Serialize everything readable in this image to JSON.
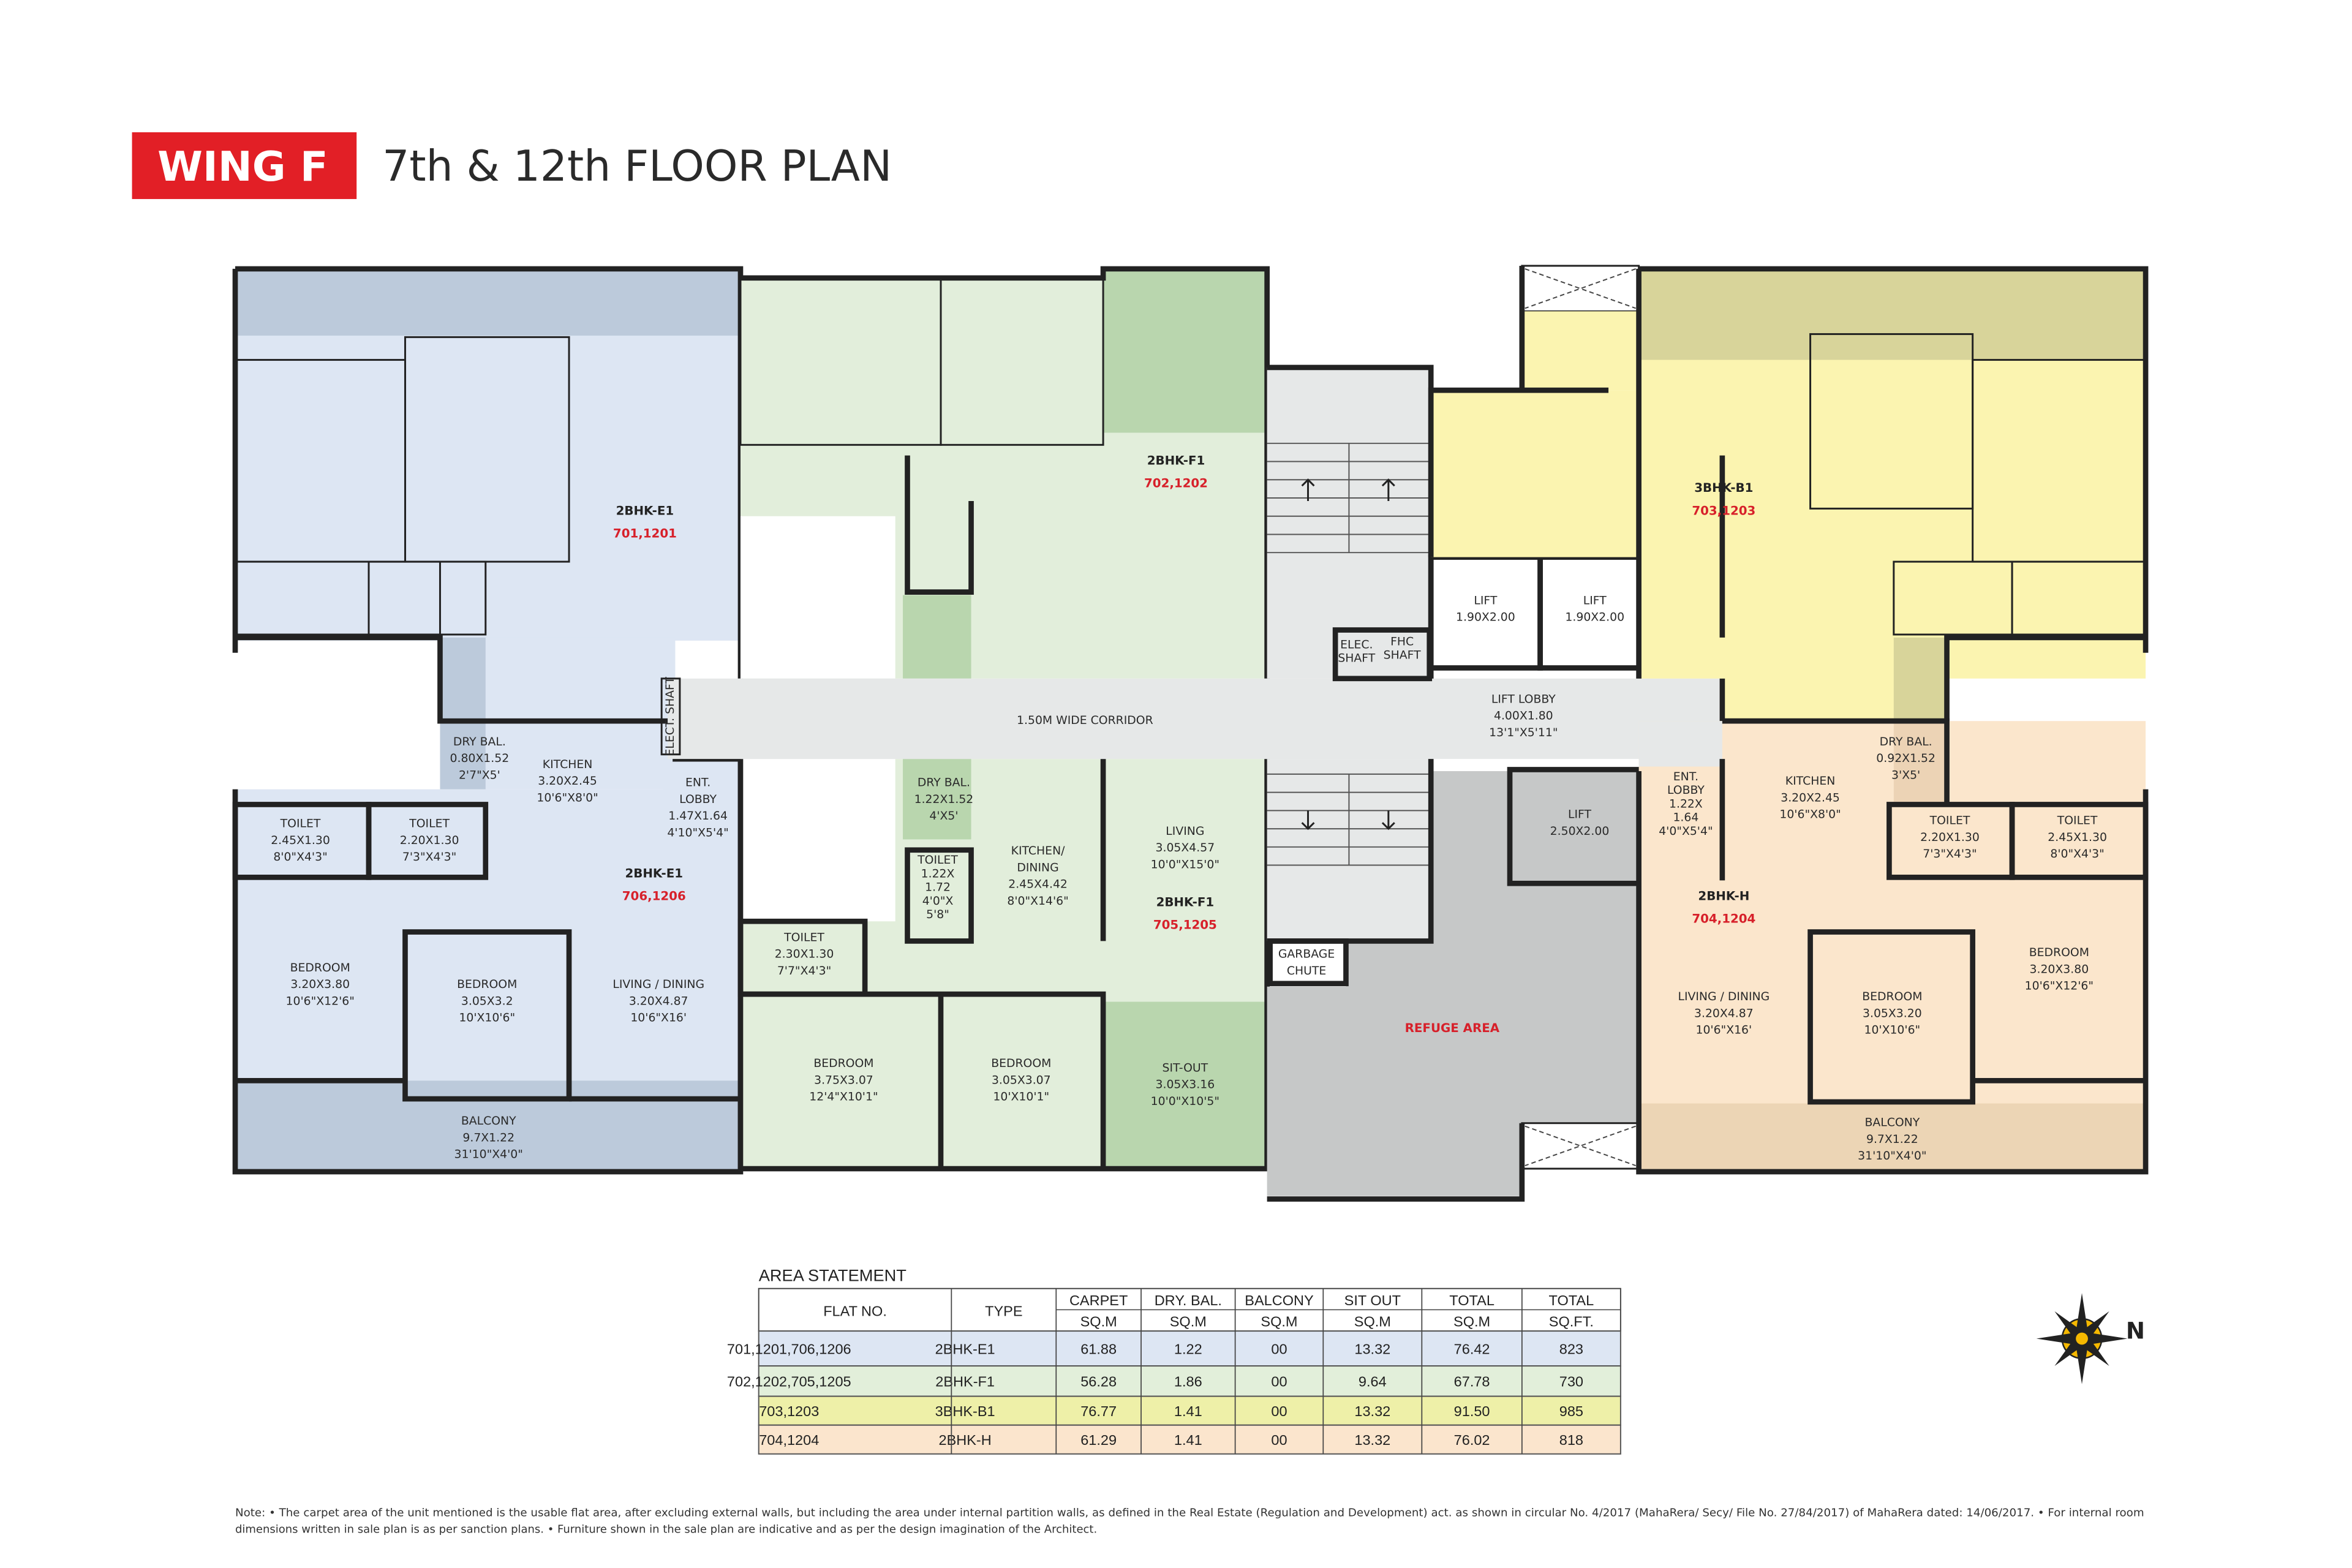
{
  "header": {
    "wing_label": "WING F",
    "title": "7th & 12th FLOOR PLAN"
  },
  "colors": {
    "brand_red": "#e21f26",
    "unit_e1": "#dde6f3",
    "unit_f1": "#e2eedb",
    "unit_b1": "#fbf4b0",
    "unit_h": "#fbe6cc",
    "refuge": "#c6c8c8",
    "corridor": "#e6e8e8",
    "flat_number_red": "#d7202a"
  },
  "plan": {
    "units": [
      {
        "type": "2BHK-E1",
        "flats": "701,1201"
      },
      {
        "type": "2BHK-E1",
        "flats": "706,1206"
      },
      {
        "type": "2BHK-F1",
        "flats": "702,1202"
      },
      {
        "type": "2BHK-F1",
        "flats": "705,1205"
      },
      {
        "type": "3BHK-B1",
        "flats": "703,1203"
      },
      {
        "type": "2BHK-H",
        "flats": "704,1204"
      }
    ],
    "rooms": [
      [
        "DRY BAL.",
        "0.80X1.52",
        "2'7\"X5'"
      ],
      [
        "KITCHEN",
        "3.20X2.45",
        "10'6\"X8'0\""
      ],
      [
        "ENT.",
        "LOBBY",
        "1.47X1.64",
        "4'10\"X5'4\""
      ],
      [
        "TOILET",
        "2.45X1.30",
        "8'0\"X4'3\""
      ],
      [
        "TOILET",
        "2.20X1.30",
        "7'3\"X4'3\""
      ],
      [
        "BEDROOM",
        "3.20X3.80",
        "10'6\"X12'6\""
      ],
      [
        "BEDROOM",
        "3.05X3.2",
        "10'X10'6\""
      ],
      [
        "LIVING / DINING",
        "3.20X4.87",
        "10'6\"X16'"
      ],
      [
        "BALCONY",
        "9.7X1.22",
        "31'10\"X4'0\""
      ],
      [
        "1.50M WIDE CORRIDOR"
      ],
      [
        "DRY BAL.",
        "1.22X1.52",
        "4'X5'"
      ],
      [
        "TOILET",
        "1.22X",
        "1.72",
        "4'0\"X",
        "5'8\""
      ],
      [
        "KITCHEN/",
        "DINING",
        "2.45X4.42",
        "8'0\"X14'6\""
      ],
      [
        "LIVING",
        "3.05X4.57",
        "10'0\"X15'0\""
      ],
      [
        "TOILET",
        "2.30X1.30",
        "7'7\"X4'3\""
      ],
      [
        "BEDROOM",
        "3.75X3.07",
        "12'4\"X10'1\""
      ],
      [
        "BEDROOM",
        "3.05X3.07",
        "10'X10'1\""
      ],
      [
        "SIT-OUT",
        "3.05X3.16",
        "10'0\"X10'5\""
      ],
      [
        "ELEC.",
        "SHAFT"
      ],
      [
        "FHC",
        "SHAFT"
      ],
      [
        "LIFT",
        "1.90X2.00"
      ],
      [
        "LIFT",
        "1.90X2.00"
      ],
      [
        "LIFT LOBBY",
        "4.00X1.80",
        "13'1\"X5'11\""
      ],
      [
        "LIFT",
        "2.50X2.00"
      ],
      [
        "GARBAGE",
        "CHUTE"
      ],
      [
        "ENT.",
        "LOBBY",
        "1.22X",
        "1.64",
        "4'0\"X5'4\""
      ],
      [
        "KITCHEN",
        "3.20X2.45",
        "10'6\"X8'0\""
      ],
      [
        "DRY BAL.",
        "0.92X1.52",
        "3'X5'"
      ],
      [
        "TOILET",
        "2.20X1.30",
        "7'3\"X4'3\""
      ],
      [
        "TOILET",
        "2.45X1.30",
        "8'0\"X4'3\""
      ],
      [
        "LIVING / DINING",
        "3.20X4.87",
        "10'6\"X16'"
      ],
      [
        "BEDROOM",
        "3.05X3.20",
        "10'X10'6\""
      ],
      [
        "BEDROOM",
        "3.20X3.80",
        "10'6\"X12'6\""
      ],
      [
        "BALCONY",
        "9.7X1.22",
        "31'10\"X4'0\""
      ]
    ],
    "refuge_label": "REFUGE AREA",
    "elect_shaft_label": "ELECT. SHAFT"
  },
  "area_statement": {
    "title": "AREA STATEMENT",
    "headers": [
      [
        "FLAT NO."
      ],
      [
        "TYPE"
      ],
      [
        "CARPET",
        "SQ.M"
      ],
      [
        "DRY. BAL.",
        "SQ.M"
      ],
      [
        "BALCONY",
        "SQ.M"
      ],
      [
        "SIT OUT",
        "SQ.M"
      ],
      [
        "TOTAL",
        "SQ.M"
      ],
      [
        "TOTAL",
        "SQ.FT."
      ]
    ],
    "rows": [
      [
        "701,1201,706,1206",
        "2BHK-E1",
        "61.88",
        "1.22",
        "00",
        "13.32",
        "76.42",
        "823"
      ],
      [
        "702,1202,705,1205",
        "2BHK-F1",
        "56.28",
        "1.86",
        "00",
        "9.64",
        "67.78",
        "730"
      ],
      [
        "703,1203",
        "3BHK-B1",
        "76.77",
        "1.41",
        "00",
        "13.32",
        "91.50",
        "985"
      ],
      [
        "704,1204",
        "2BHK-H",
        "61.29",
        "1.41",
        "00",
        "13.32",
        "76.02",
        "818"
      ]
    ],
    "row_colors": [
      "#dde6f3",
      "#e2efda",
      "#eef0a8",
      "#fbe5cd"
    ]
  },
  "compass": {
    "icon": "compass-rose-icon",
    "north_label": "N"
  },
  "note": {
    "line1": "Note: • The carpet area of the unit mentioned is the usable flat area, after excluding external walls, but including the area under internal partition walls, as defined in the Real Estate (Regulation and Development) act. as shown in circular No. 4/2017 (MahaRera/ Secy/ File No. 27/84/2017) of MahaRera dated: 14/06/2017. • For internal room",
    "line2": "dimensions written in sale plan is as per sanction plans. • Furniture shown in the sale plan are indicative and as per the design imagination of the Architect."
  }
}
